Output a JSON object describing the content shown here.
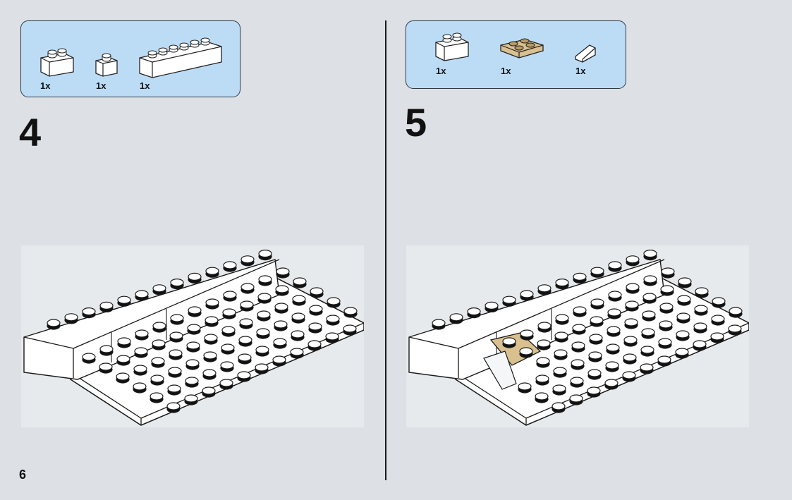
{
  "page": {
    "number": "6"
  },
  "steps": [
    {
      "number": "4",
      "parts": [
        {
          "name": "white brick 1x2",
          "qty": "1x",
          "color": "#ffffff"
        },
        {
          "name": "white brick 1x1",
          "qty": "1x",
          "color": "#ffffff"
        },
        {
          "name": "white brick 1x6",
          "qty": "1x",
          "color": "#ffffff"
        }
      ]
    },
    {
      "number": "5",
      "parts": [
        {
          "name": "white brick 1x2",
          "qty": "1x",
          "color": "#ffffff"
        },
        {
          "name": "tan plate 2x2",
          "qty": "1x",
          "color": "#d9c08f"
        },
        {
          "name": "white slope 1x1",
          "qty": "1x",
          "color": "#ffffff"
        }
      ]
    }
  ],
  "colors": {
    "background": "#dde1e5",
    "callout": "#bcdcf6",
    "tan": "#d9c08f",
    "outline": "#1a1a1a"
  }
}
